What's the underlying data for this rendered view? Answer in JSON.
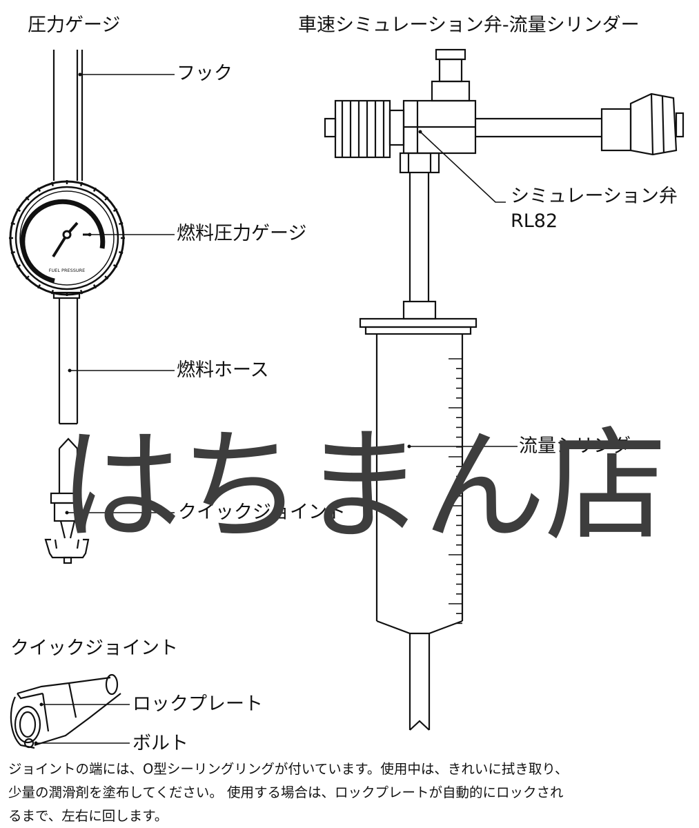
{
  "gauge_section": {
    "title": "圧力ゲージ",
    "labels": {
      "hook": "フック",
      "gauge": "燃料圧力ゲージ",
      "hose": "燃料ホース",
      "quick_joint": "クイックジョイント"
    },
    "dial_text": "FUEL PRESSURE"
  },
  "valve_section": {
    "title": "車速シミュレーション弁-流量シリンダー",
    "labels": {
      "valve_line1": "シミュレーション弁",
      "valve_line2": "RL82",
      "cylinder": "流量シリンダー"
    }
  },
  "quick_joint_section": {
    "title": "クイックジョイント",
    "labels": {
      "lock_plate": "ロックプレート",
      "bolt": "ボルト"
    }
  },
  "watermark": "はちまん店",
  "note": {
    "line1": "ジョイントの端には、O型シーリングリングが付いています。使用中は、きれいに拭き取り、",
    "line2": "少量の潤滑剤を塗布してください。 使用する場合は、ロックプレートが自動的にロックされ",
    "line3": "るまで、左右に回します。"
  },
  "colors": {
    "line": "#111111",
    "watermark": "#3d3d3d",
    "background": "#ffffff"
  }
}
